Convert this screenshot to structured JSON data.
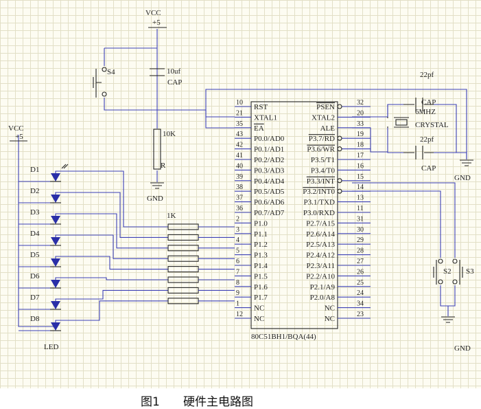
{
  "power": {
    "vcc": "VCC",
    "plus5": "+5",
    "gnd": "GND"
  },
  "reset": {
    "switch": "S4",
    "cap_value": "10uf",
    "cap_name": "CAP",
    "res_value": "10K",
    "res_name": "R"
  },
  "crystal": {
    "freq": "6MHZ",
    "name": "CRYSTAL",
    "cap_value": "22pf",
    "cap_name": "CAP"
  },
  "leds": {
    "labels": [
      "D1",
      "D2",
      "D3",
      "D4",
      "D5",
      "D6",
      "D7",
      "D8"
    ],
    "name": "LED"
  },
  "resistor_pack": {
    "value": "1K"
  },
  "switches": {
    "s2": "S2",
    "s3": "S3"
  },
  "chip": {
    "part": "80C51BH1/BQA(44)",
    "left_pins": [
      {
        "num": "10",
        "name": "RST"
      },
      {
        "num": "21",
        "name": "XTAL1"
      },
      {
        "num": "35",
        "name": "EA"
      },
      {
        "num": "43",
        "name": "P0.0/AD0"
      },
      {
        "num": "42",
        "name": "P0.1/AD1"
      },
      {
        "num": "41",
        "name": "P0.2/AD2"
      },
      {
        "num": "40",
        "name": "P0.3/AD3"
      },
      {
        "num": "39",
        "name": "P0.4/AD4"
      },
      {
        "num": "38",
        "name": "P0.5/AD5"
      },
      {
        "num": "37",
        "name": "P0.6/AD6"
      },
      {
        "num": "36",
        "name": "P0.7/AD7"
      },
      {
        "num": "2",
        "name": "P1.0"
      },
      {
        "num": "3",
        "name": "P1.1"
      },
      {
        "num": "4",
        "name": "P1.2"
      },
      {
        "num": "5",
        "name": "P1.3"
      },
      {
        "num": "6",
        "name": "P1.4"
      },
      {
        "num": "7",
        "name": "P1.5"
      },
      {
        "num": "8",
        "name": "P1.6"
      },
      {
        "num": "9",
        "name": "P1.7"
      },
      {
        "num": "1",
        "name": "NC"
      },
      {
        "num": "12",
        "name": "NC"
      }
    ],
    "right_pins": [
      {
        "num": "32",
        "name": "PSEN"
      },
      {
        "num": "20",
        "name": "XTAL2"
      },
      {
        "num": "33",
        "name": "ALE"
      },
      {
        "num": "19",
        "name": "P3.7/RD"
      },
      {
        "num": "18",
        "name": "P3.6/WR"
      },
      {
        "num": "17",
        "name": "P3.5/T1"
      },
      {
        "num": "16",
        "name": "P3.4/T0"
      },
      {
        "num": "15",
        "name": "P3.3/INT"
      },
      {
        "num": "14",
        "name": "P3.2/INT0"
      },
      {
        "num": "13",
        "name": "P3.1/TXD"
      },
      {
        "num": "11",
        "name": "P3.0/RXD"
      },
      {
        "num": "31",
        "name": "P2.7/A15"
      },
      {
        "num": "30",
        "name": "P2.6/A14"
      },
      {
        "num": "29",
        "name": "P2.5/A13"
      },
      {
        "num": "28",
        "name": "P2.4/A12"
      },
      {
        "num": "27",
        "name": "P2.3/A11"
      },
      {
        "num": "26",
        "name": "P2.2/A10"
      },
      {
        "num": "25",
        "name": "P2.1/A9"
      },
      {
        "num": "24",
        "name": "P2.0/A8"
      },
      {
        "num": "34",
        "name": "NC"
      },
      {
        "num": "23",
        "name": "NC"
      }
    ]
  },
  "caption": {
    "figure": "图1",
    "title": "硬件主电路图"
  }
}
